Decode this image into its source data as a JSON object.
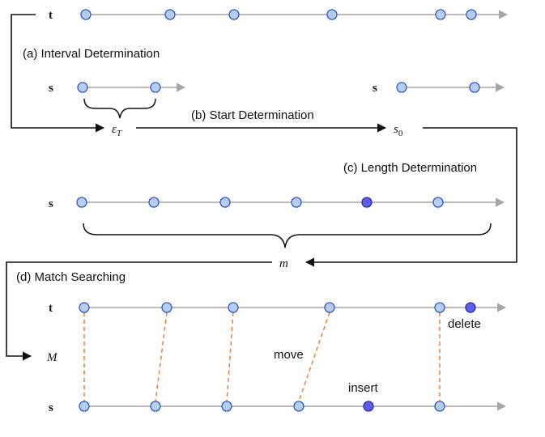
{
  "labels": {
    "t_top": "t",
    "step_a": "(a) Interval Determination",
    "s_a1": "s",
    "s_a2": "s",
    "step_b": "(b) Start Determination",
    "epsilon_base": "ε",
    "epsilon_sub": "T",
    "s0_base": "s",
    "s0_sub": "0",
    "step_c": "(c) Length Determination",
    "s_c": "s",
    "m": "m",
    "step_d": "(d) Match Searching",
    "t_d": "t",
    "M": "M",
    "s_d": "s",
    "move": "move",
    "insert": "insert",
    "delete": "delete"
  },
  "colors": {
    "axis": "#a6a6a6",
    "node_fill": "#b4cdf0",
    "node_stroke": "#2f58c4",
    "highlight_fill": "#5a5ee8",
    "match_line": "#ed7d31",
    "flow_arrow": "#111111"
  }
}
